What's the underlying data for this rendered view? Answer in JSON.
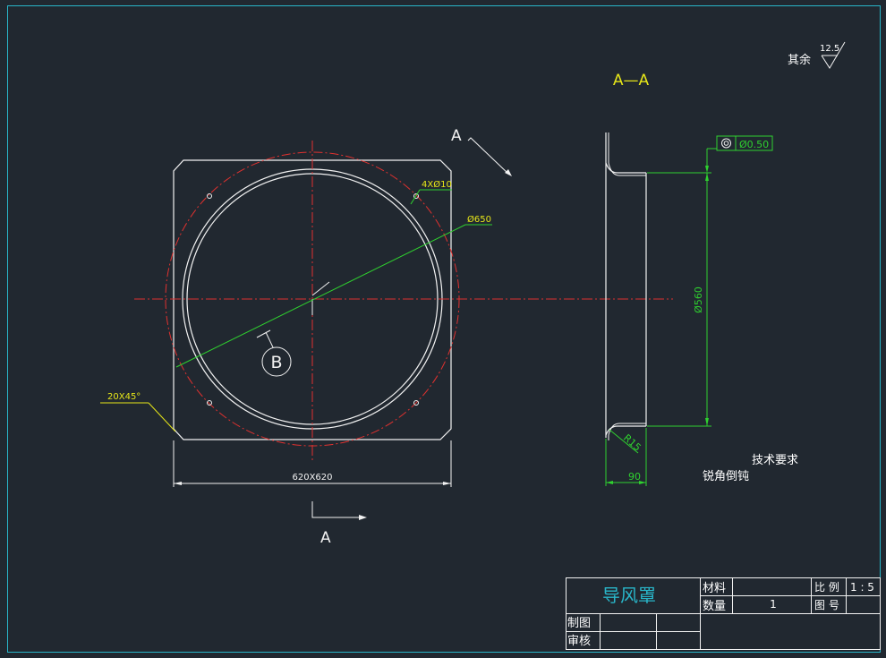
{
  "colors": {
    "background": "#212830",
    "frame": "#29b6c9",
    "geometry": "#f2f2f2",
    "centerline": "#e0312f",
    "dimension": "#2fd12f",
    "yellow_text": "#e6e619",
    "white_text": "#ffffff"
  },
  "roughness": {
    "prefix": "其余",
    "value": "12.5"
  },
  "section": {
    "title": "A—A"
  },
  "views": {
    "cut_label_top": "A",
    "cut_label_bottom": "A",
    "detail_label": "B"
  },
  "dimensions": {
    "holes": "4XØ10",
    "diameter_650": "Ø650",
    "chamfer": "20X45°",
    "overall": "620X620",
    "tolerance_value": "Ø0.50",
    "diameter_560": "Ø560",
    "radius": "R15",
    "depth": "90"
  },
  "technical_requirements": {
    "heading": "技术要求",
    "line1": "锐角倒钝"
  },
  "title_block": {
    "part_name": "导风罩",
    "material_label": "材料",
    "quantity_label": "数量",
    "quantity_value": "1",
    "scale_label": "比 例",
    "scale_value": "1 : 5",
    "drawing_no_label": "图 号",
    "drawn_label": "制图",
    "checked_label": "审核"
  }
}
